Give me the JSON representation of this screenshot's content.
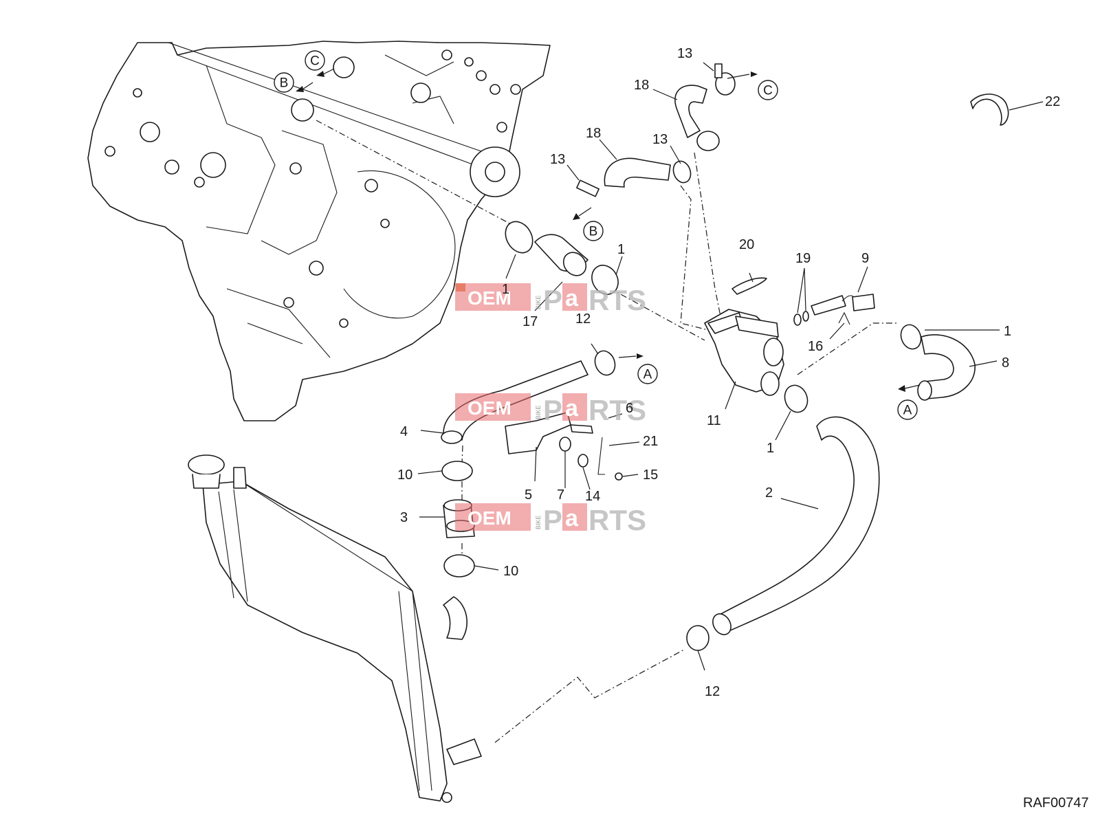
{
  "diagram": {
    "drawing_code": "RAF00747",
    "watermark": {
      "left": "OEM",
      "vertical": "BIKE",
      "right_1": "P",
      "right_2": "a",
      "right_3": "RTS"
    },
    "references": {
      "A": "A",
      "B": "B",
      "C": "C"
    },
    "callouts": {
      "c1_a": "1",
      "c1_b": "1",
      "c1_c": "1",
      "c1_d": "1",
      "c2": "2",
      "c3": "3",
      "c4": "4",
      "c5": "5",
      "c6": "6",
      "c7": "7",
      "c8": "8",
      "c9": "9",
      "c10_a": "10",
      "c10_b": "10",
      "c11": "11",
      "c12_a": "12",
      "c12_b": "12",
      "c13_a": "13",
      "c13_b": "13",
      "c13_c": "13",
      "c14": "14",
      "c15": "15",
      "c16": "16",
      "c17": "17",
      "c18_a": "18",
      "c18_b": "18",
      "c19": "19",
      "c20": "20",
      "c21": "21",
      "c22": "22"
    },
    "colors": {
      "line": "#1a1a1a",
      "watermark_red": "#e8696e",
      "watermark_gray": "#b8b8b8"
    }
  }
}
